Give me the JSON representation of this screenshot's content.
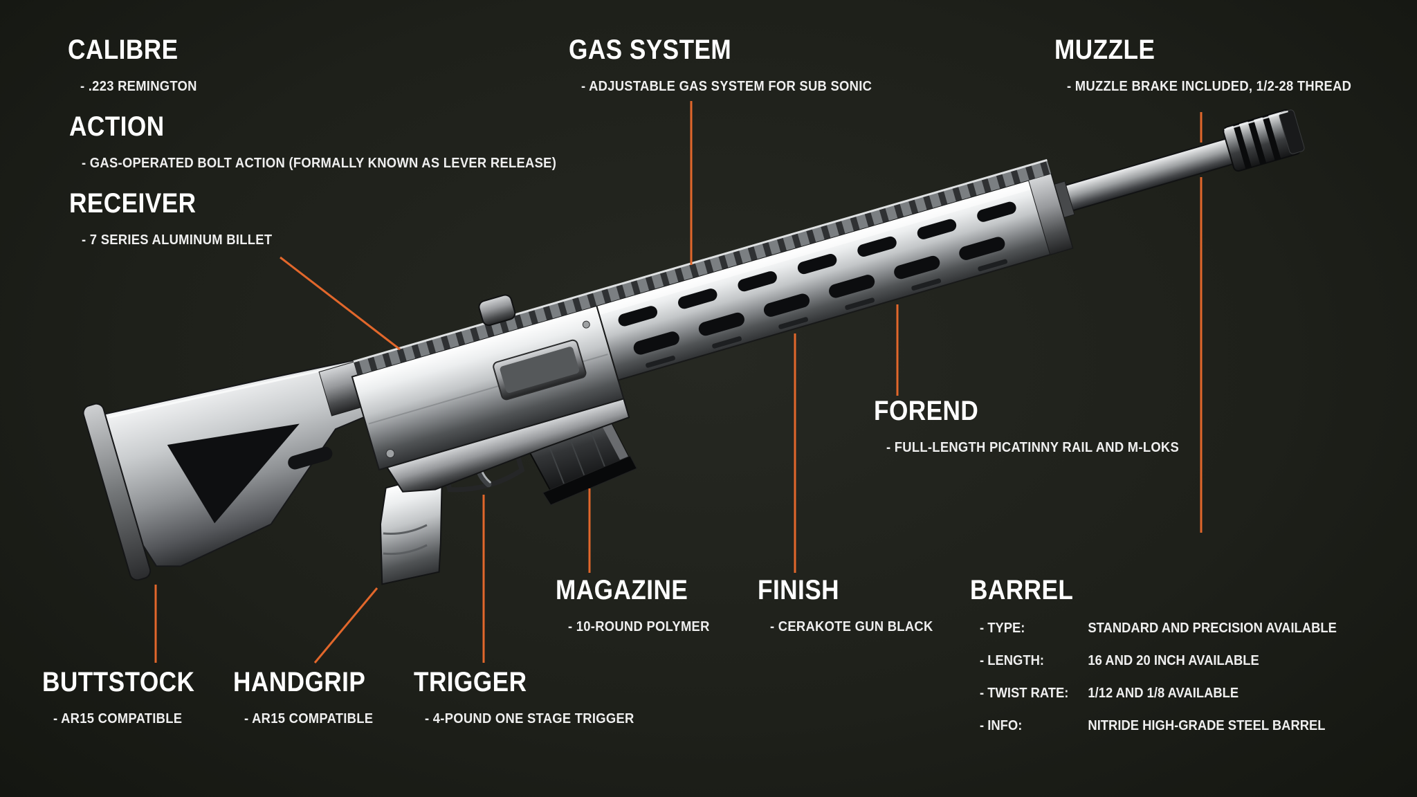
{
  "colors": {
    "background": "#1e201a",
    "accent_line": "#e2672b",
    "text": "#ffffff",
    "rifle_chrome": "#c3c6c8"
  },
  "sections": {
    "calibre": {
      "title": "CALIBRE",
      "desc": "- .223 REMINGTON"
    },
    "action": {
      "title": "ACTION",
      "desc": "- GAS-OPERATED BOLT ACTION (FORMALLY KNOWN AS LEVER RELEASE)"
    },
    "receiver": {
      "title": "RECEIVER",
      "desc": "- 7 SERIES ALUMINUM BILLET"
    },
    "gas_system": {
      "title": "GAS SYSTEM",
      "desc": "- ADJUSTABLE GAS SYSTEM FOR SUB SONIC"
    },
    "muzzle": {
      "title": "MUZZLE",
      "desc": "- MUZZLE BRAKE INCLUDED, 1/2-28 THREAD"
    },
    "forend": {
      "title": "FOREND",
      "desc": "- FULL-LENGTH PICATINNY RAIL AND M-LOKS"
    },
    "magazine": {
      "title": "MAGAZINE",
      "desc": "- 10-ROUND POLYMER"
    },
    "finish": {
      "title": "FINISH",
      "desc": "- CERAKOTE GUN BLACK"
    },
    "buttstock": {
      "title": "BUTTSTOCK",
      "desc": "- AR15 COMPATIBLE"
    },
    "handgrip": {
      "title": "HANDGRIP",
      "desc": "- AR15 COMPATIBLE"
    },
    "trigger": {
      "title": "TRIGGER",
      "desc": "- 4-POUND ONE STAGE TRIGGER"
    },
    "barrel": {
      "title": "BARREL",
      "rows": [
        {
          "key": "- TYPE:",
          "value": "STANDARD AND PRECISION AVAILABLE"
        },
        {
          "key": "- LENGTH:",
          "value": "16 AND 20 INCH AVAILABLE"
        },
        {
          "key": "- TWIST RATE:",
          "value": "1/12 AND 1/8 AVAILABLE"
        },
        {
          "key": "- INFO:",
          "value": "NITRIDE HIGH-GRADE STEEL BARREL"
        }
      ]
    }
  }
}
